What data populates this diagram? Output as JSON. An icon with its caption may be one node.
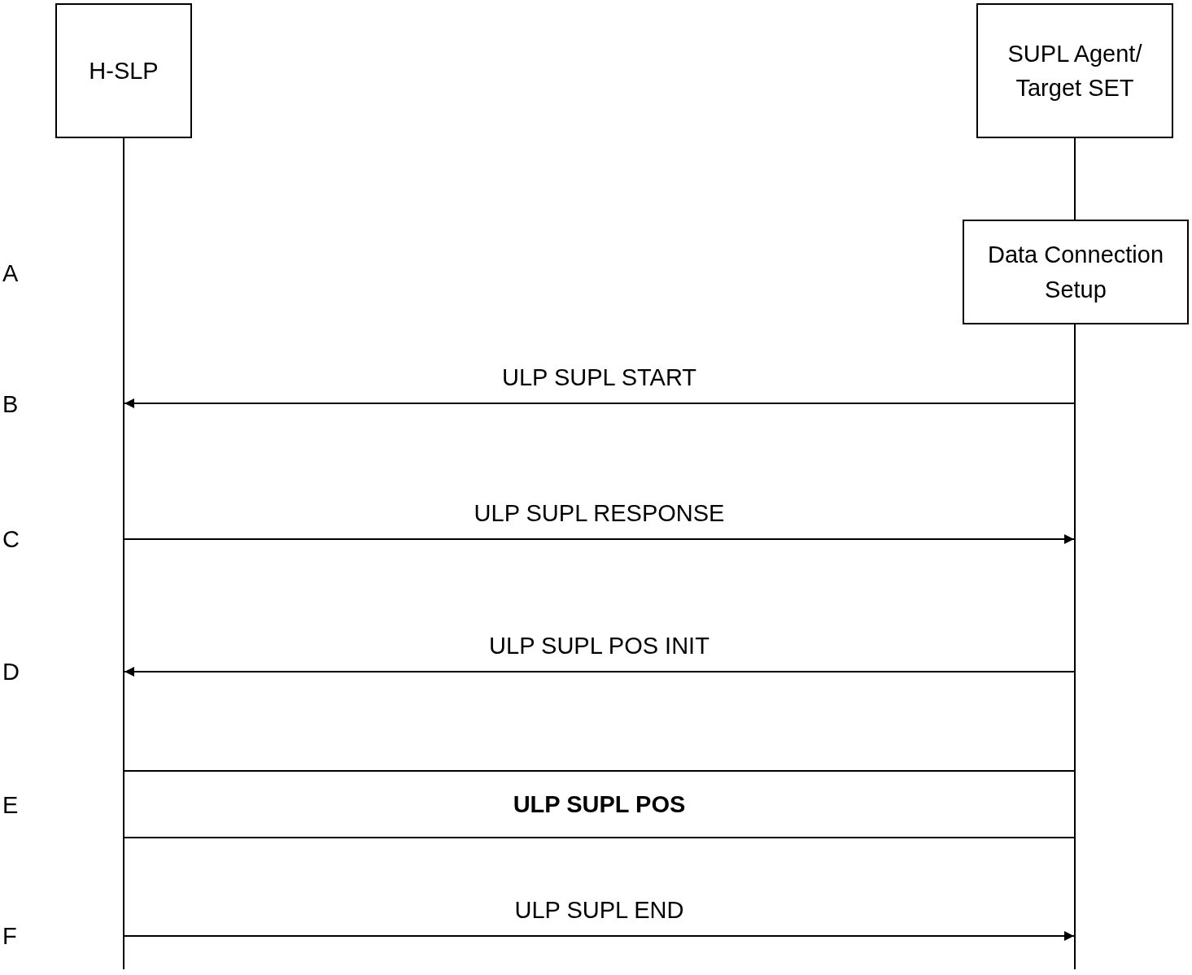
{
  "diagram": {
    "nodes": [
      {
        "text": [
          "H-SLP"
        ]
      },
      {
        "text": [
          "SUPL Agent/ Target SET"
        ]
      },
      {
        "text": [
          "Data Connection Setup"
        ]
      },
      {
        "text": [],
        "shape": "bar"
      },
      {
        "text": [],
        "shape": "bar"
      },
      {
        "text": [
          "ULP SUPL POS"
        ]
      }
    ],
    "edges": [
      {
        "from": 1,
        "to": 2,
        "arrow": "none"
      },
      {
        "from": 4,
        "to": 3,
        "arrow": "to",
        "label": "ULP SUPL START"
      },
      {
        "from": 3,
        "to": 4,
        "arrow": "to",
        "label": "ULP SUPL RESPONSE"
      },
      {
        "from": 4,
        "to": 3,
        "arrow": "to",
        "label": "ULP SUPL POS INIT"
      },
      {
        "from": 3,
        "to": 4,
        "arrow": "to",
        "label": "ULP SUPL END"
      }
    ],
    "labels": [
      "A",
      "B",
      "C",
      "D",
      "E",
      "F"
    ]
  }
}
